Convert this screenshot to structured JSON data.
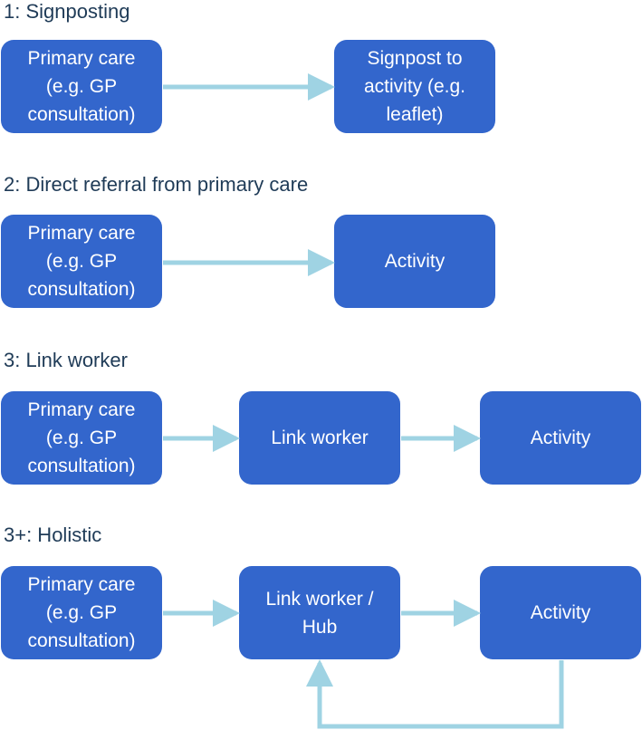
{
  "sections": [
    {
      "title": "1: Signposting",
      "boxes": [
        "Primary care\n(e.g. GP\nconsultation)",
        "Signpost to\nactivity (e.g.\nleaflet)"
      ]
    },
    {
      "title": "2: Direct referral from primary care",
      "boxes": [
        "Primary care\n(e.g. GP\nconsultation)",
        "Activity"
      ]
    },
    {
      "title": "3: Link worker",
      "boxes": [
        "Primary care\n(e.g. GP\nconsultation)",
        "Link worker",
        "Activity"
      ]
    },
    {
      "title": "3+: Holistic",
      "boxes": [
        "Primary care\n(e.g. GP\nconsultation)",
        "Link worker /\nHub",
        "Activity"
      ]
    }
  ],
  "colors": {
    "box_fill": "#3366cc",
    "box_text": "#ffffff",
    "arrow": "#9fd3e3",
    "heading_text": "#1f3b57"
  }
}
